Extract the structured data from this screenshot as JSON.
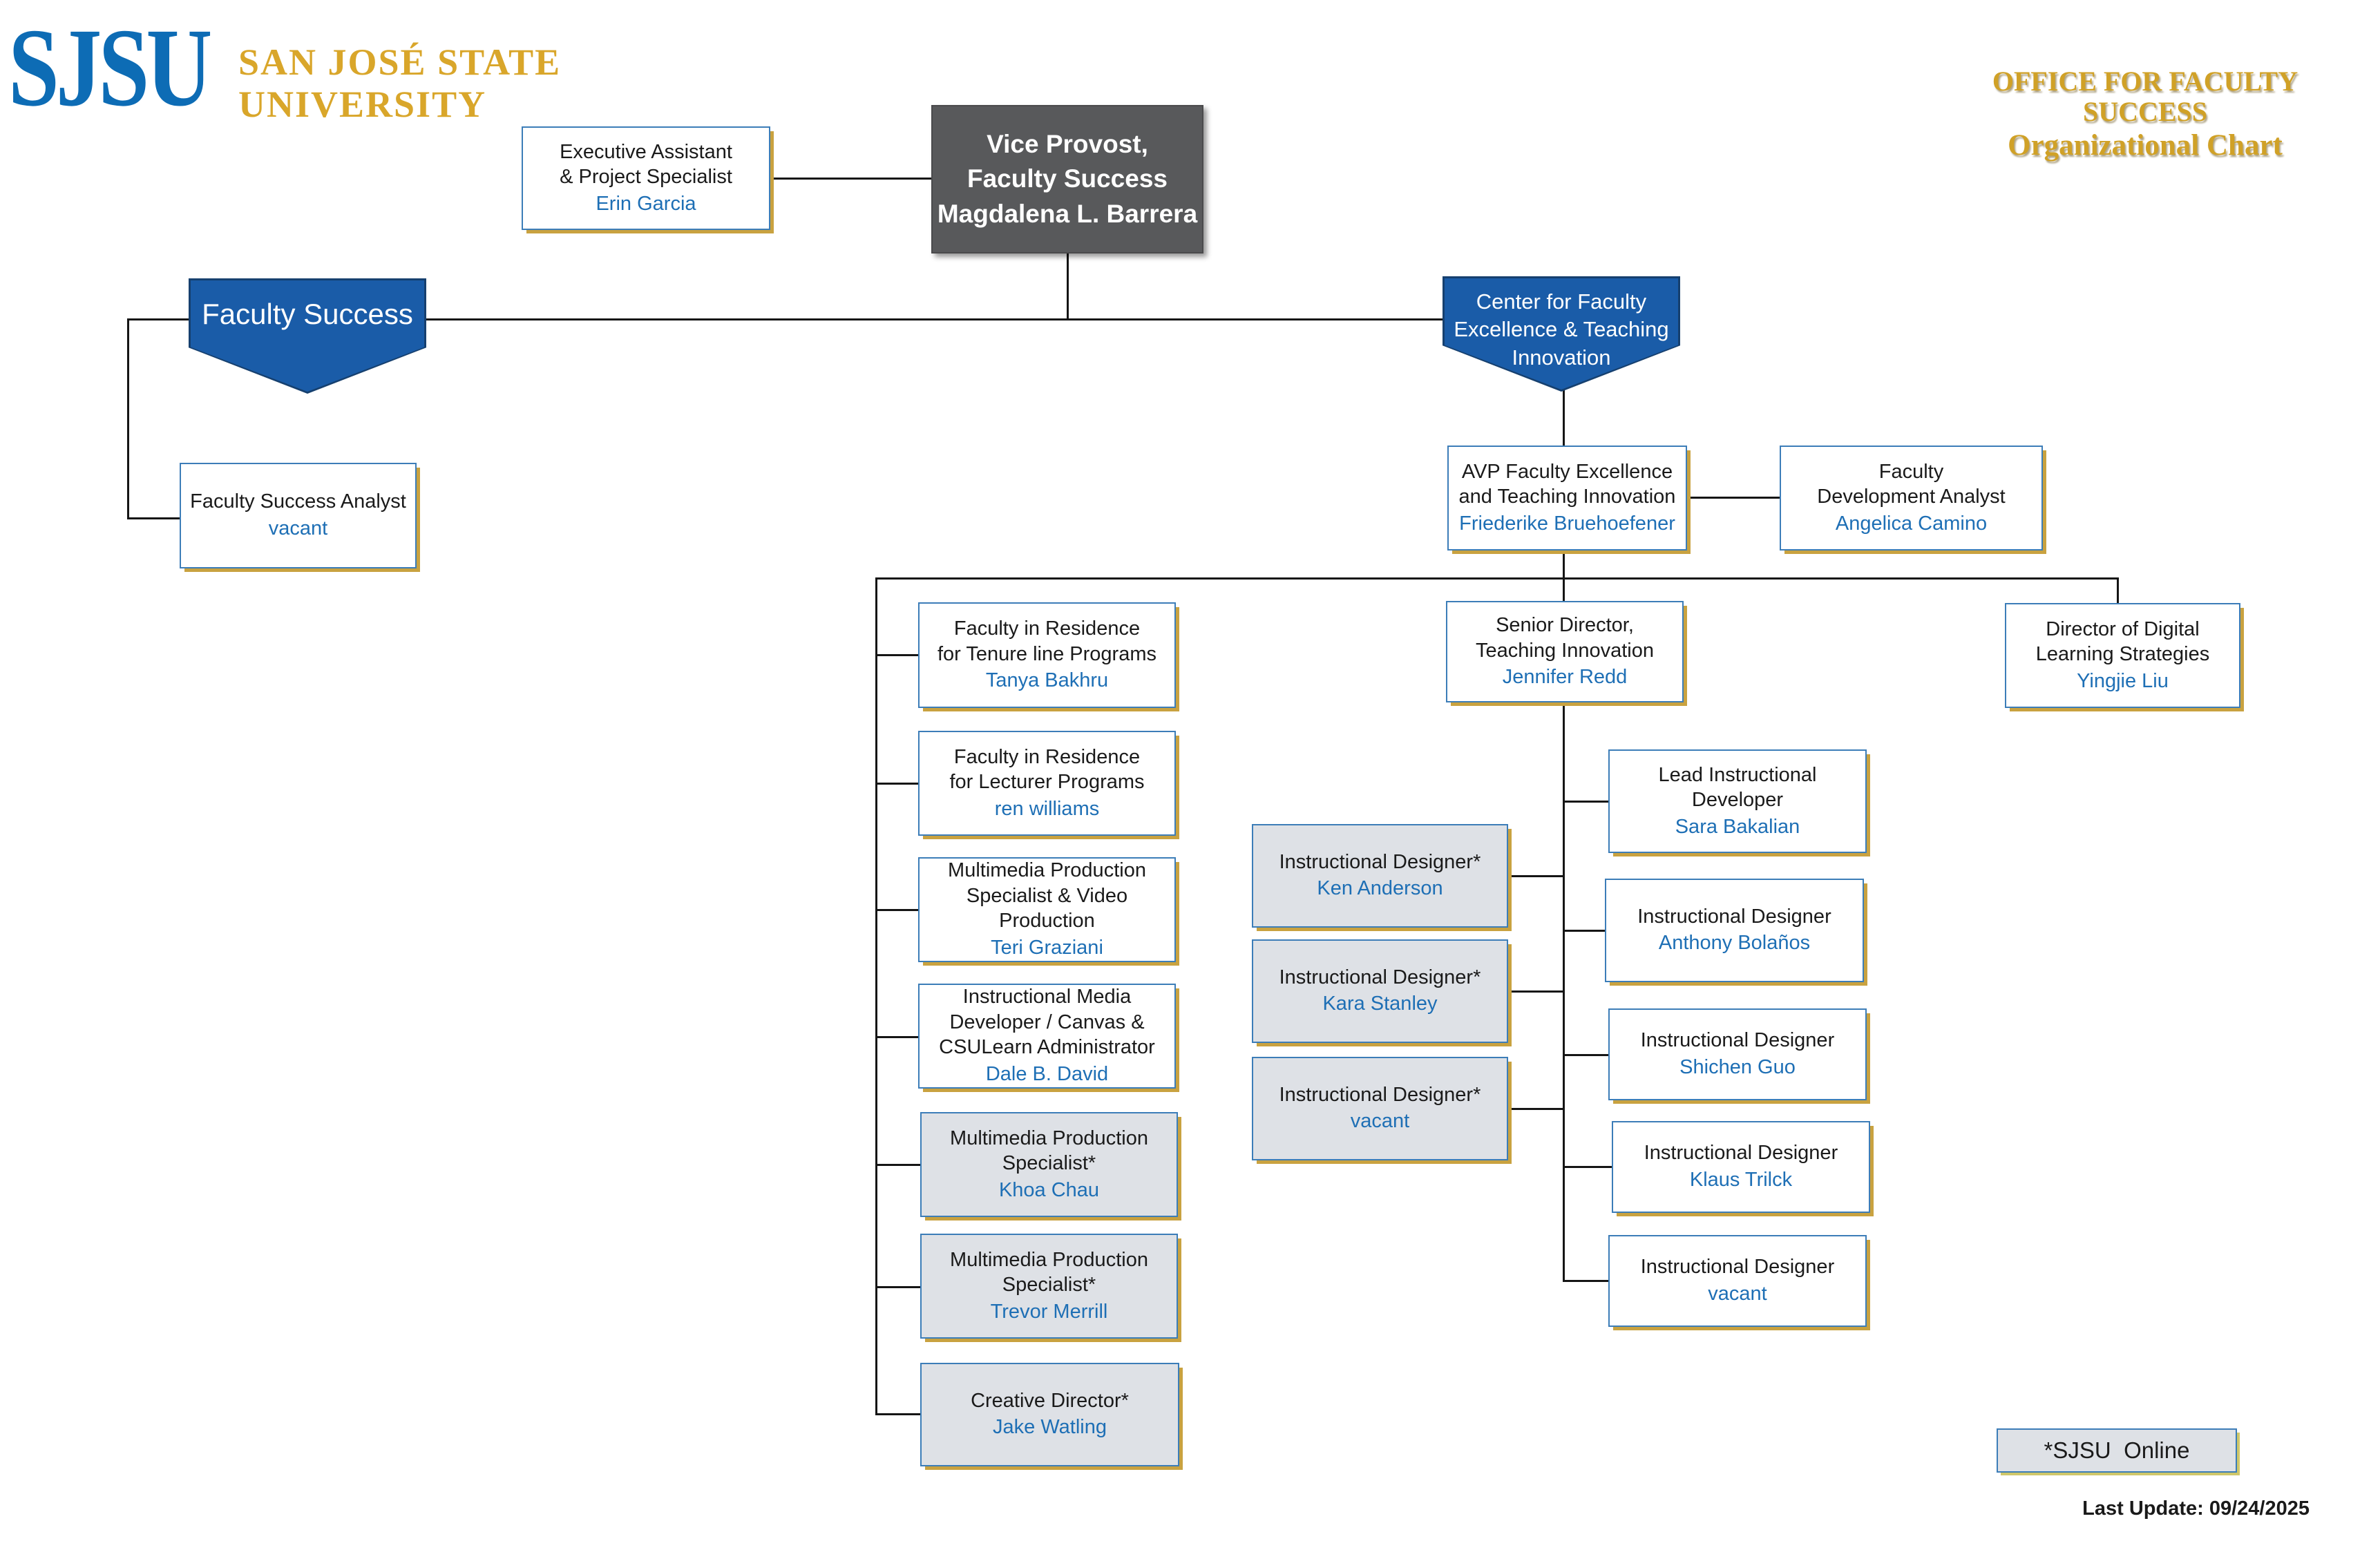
{
  "logo": {
    "acronym": "SJSU",
    "university": "SAN JOSÉ STATE\nUNIVERSITY"
  },
  "header": {
    "title_line1": "OFFICE FOR FACULTY SUCCESS",
    "title_line2": "Organizational Chart"
  },
  "banners": {
    "faculty_success": {
      "label": "Faculty Success"
    },
    "cfeti": {
      "label": "Center for Faculty\nExcellence & Teaching\nInnovation"
    }
  },
  "nodes": {
    "exec_assistant": {
      "title": [
        "Executive Assistant",
        "& Project Specialist"
      ],
      "person": "Erin Garcia"
    },
    "vice_provost": {
      "title": [
        "Vice Provost,",
        "Faculty Success"
      ],
      "person": "Magdalena L. Barrera"
    },
    "fs_analyst": {
      "title": [
        "Faculty Success Analyst"
      ],
      "person": "vacant"
    },
    "avp": {
      "title": [
        "AVP Faculty Excellence",
        "and Teaching Innovation"
      ],
      "person": "Friederike Bruehoefener"
    },
    "fac_dev_analyst": {
      "title": [
        "Faculty",
        "Development Analyst"
      ],
      "person": "Angelica Camino"
    },
    "senior_director": {
      "title": [
        "Senior Director,",
        "Teaching Innovation"
      ],
      "person": "Jennifer Redd"
    },
    "director_digital": {
      "title": [
        "Director of Digital",
        "Learning Strategies"
      ],
      "person": "Yingjie Liu"
    },
    "fir_tenure": {
      "title": [
        "Faculty in Residence",
        "for Tenure line Programs"
      ],
      "person": "Tanya Bakhru"
    },
    "fir_lecturer": {
      "title": [
        "Faculty in Residence",
        "for Lecturer Programs"
      ],
      "person": "ren williams"
    },
    "mm_video": {
      "title": [
        "Multimedia Production",
        "Specialist & Video",
        "Production"
      ],
      "person": "Teri Graziani"
    },
    "instr_media": {
      "title": [
        "Instructional Media",
        "Developer / Canvas &",
        "CSULearn Administrator"
      ],
      "person": "Dale B. David"
    },
    "mm_khoa": {
      "title": [
        "Multimedia Production",
        "Specialist*"
      ],
      "person": "Khoa Chau"
    },
    "mm_trevor": {
      "title": [
        "Multimedia Production",
        "Specialist*"
      ],
      "person": "Trevor Merrill"
    },
    "creative_dir": {
      "title": [
        "Creative Director*"
      ],
      "person": "Jake Watling"
    },
    "id_ken": {
      "title": [
        "Instructional Designer*"
      ],
      "person": "Ken Anderson"
    },
    "id_kara": {
      "title": [
        "Instructional Designer*"
      ],
      "person": "Kara Stanley"
    },
    "id_vacant_sjsu": {
      "title": [
        "Instructional Designer*"
      ],
      "person": "vacant"
    },
    "lead_dev": {
      "title": [
        "Lead Instructional",
        "Developer"
      ],
      "person": "Sara Bakalian"
    },
    "id_anthony": {
      "title": [
        "Instructional Designer"
      ],
      "person": "Anthony Bolaños"
    },
    "id_shichen": {
      "title": [
        "Instructional Designer"
      ],
      "person": "Shichen Guo"
    },
    "id_klaus": {
      "title": [
        "Instructional Designer"
      ],
      "person": "Klaus Trilck"
    },
    "id_vacant": {
      "title": [
        "Instructional Designer"
      ],
      "person": "vacant"
    }
  },
  "footer": {
    "legend": "*SJSU  Online",
    "last_update": "Last Update: 09/24/2025"
  },
  "colors": {
    "sjsu_blue": "#0D6CB5",
    "sjsu_gold": "#D9A62A",
    "banner_blue": "#1A5CA8",
    "banner_edge": "#16406F",
    "node_border": "#3C7DB8",
    "gold_border": "#C9A240",
    "gray_fill": "#DEE1E6",
    "dark_box": "#58595B",
    "name_blue": "#1E6FB5",
    "line": "#151515"
  }
}
